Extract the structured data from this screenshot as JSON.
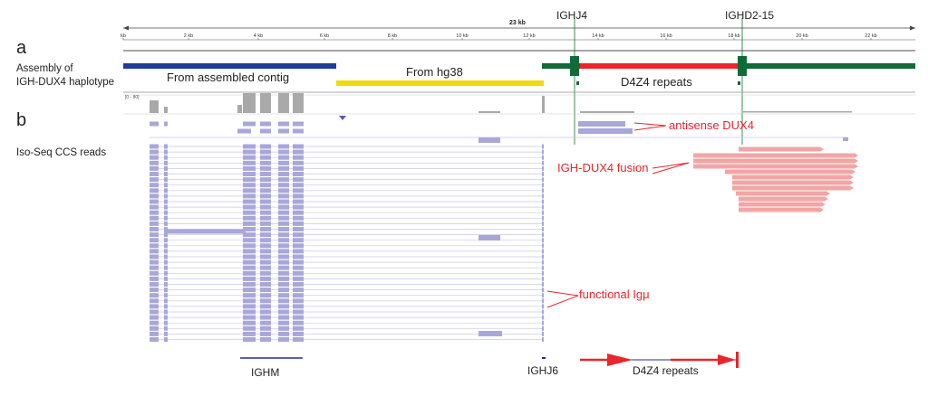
{
  "ruler": {
    "span_label": "23 kb",
    "ticks": [
      "kb",
      "2 kb",
      "4 kb",
      "6 kb",
      "8 kb",
      "10 kb",
      "12 kb",
      "14 kb",
      "16 kb",
      "18 kb",
      "20 kb",
      "22 kb"
    ]
  },
  "panel_a": {
    "letter": "a",
    "row_label_line1": "Assembly of",
    "row_label_line2": "IGH-DUX4 haplotype",
    "segment_contig": "From assembled contig",
    "segment_hg38": "From hg38",
    "segment_repeats": "D4Z4 repeats",
    "marker_left": "IGHJ4",
    "marker_right": "IGHD2-15",
    "colors": {
      "contig": "#1f3c99",
      "hg38": "#f5d90a",
      "flank": "#0f6b37",
      "repeats": "#e8262b"
    }
  },
  "coverage": {
    "range_label": "[0 - 80]",
    "color": "#a9a9a9"
  },
  "panel_b": {
    "letter": "b",
    "row_label": "Iso-Seq CCS reads",
    "ann_antisense": "antisense DUX4",
    "ann_fusion": "IGH-DUX4 fusion",
    "ann_functional": "functional Igμ",
    "colors": {
      "read": "#a9a7d8",
      "fusion": "#f2a5a5",
      "annotation": "#e8262b"
    }
  },
  "genes": {
    "ighm": "IGHM",
    "ighj6": "IGHJ6",
    "repeats": "D4Z4 repeats"
  }
}
